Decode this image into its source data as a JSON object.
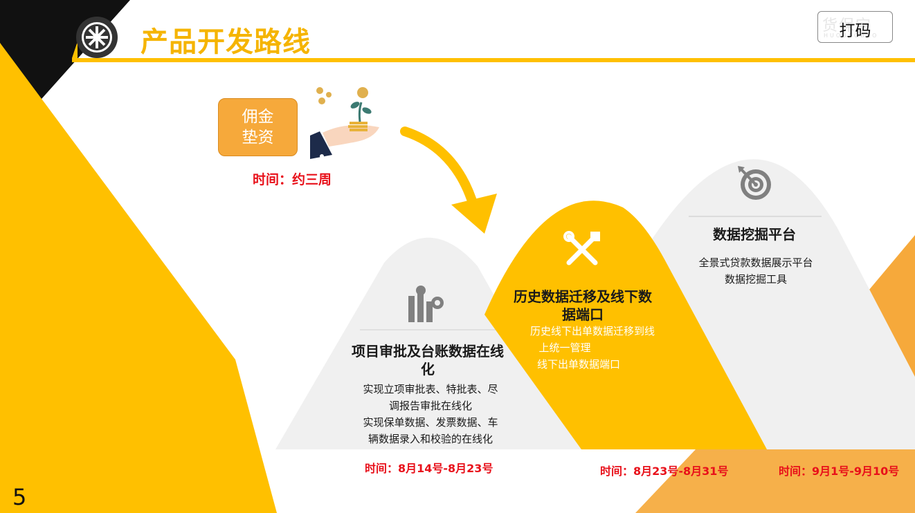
{
  "slide": {
    "title": "产品开发路线",
    "page_number": "5",
    "watermark": {
      "label": "打码",
      "faint_text": "货保宝",
      "faint_sub": "HUOBAOBAO"
    },
    "colors": {
      "accent_yellow": "#FFC000",
      "accent_orange": "#F6A93B",
      "gray_mountain": "#F0F0F0",
      "time_red": "#E8101A"
    }
  },
  "intro": {
    "label": "佣金\n垫资",
    "time": "时间：约三周",
    "icon": "hand-money-plant-icon"
  },
  "stages": [
    {
      "icon": "gear-chart-icon",
      "heading": "项目审批及台账数据在线化",
      "lines": [
        "实现立项审批表、特批表、尽",
        "调报告审批在线化",
        "实现保单数据、发票数据、车",
        "辆数据录入和校验的在线化"
      ],
      "time": "时间：8月14号-8月23号"
    },
    {
      "icon": "tools-icon",
      "heading": "历史数据迁移及线下数据端口",
      "lines": [
        "历史线下出单数据迁移到线",
        "上统一管理",
        "线下出单数据端口"
      ],
      "time": "时间：8月23号-8月31号"
    },
    {
      "icon": "target-icon",
      "heading": "数据挖掘平台",
      "lines": [
        "全景式贷款数据展示平台",
        "数据挖掘工具"
      ],
      "time": "时间：9月1号-9月10号"
    }
  ]
}
